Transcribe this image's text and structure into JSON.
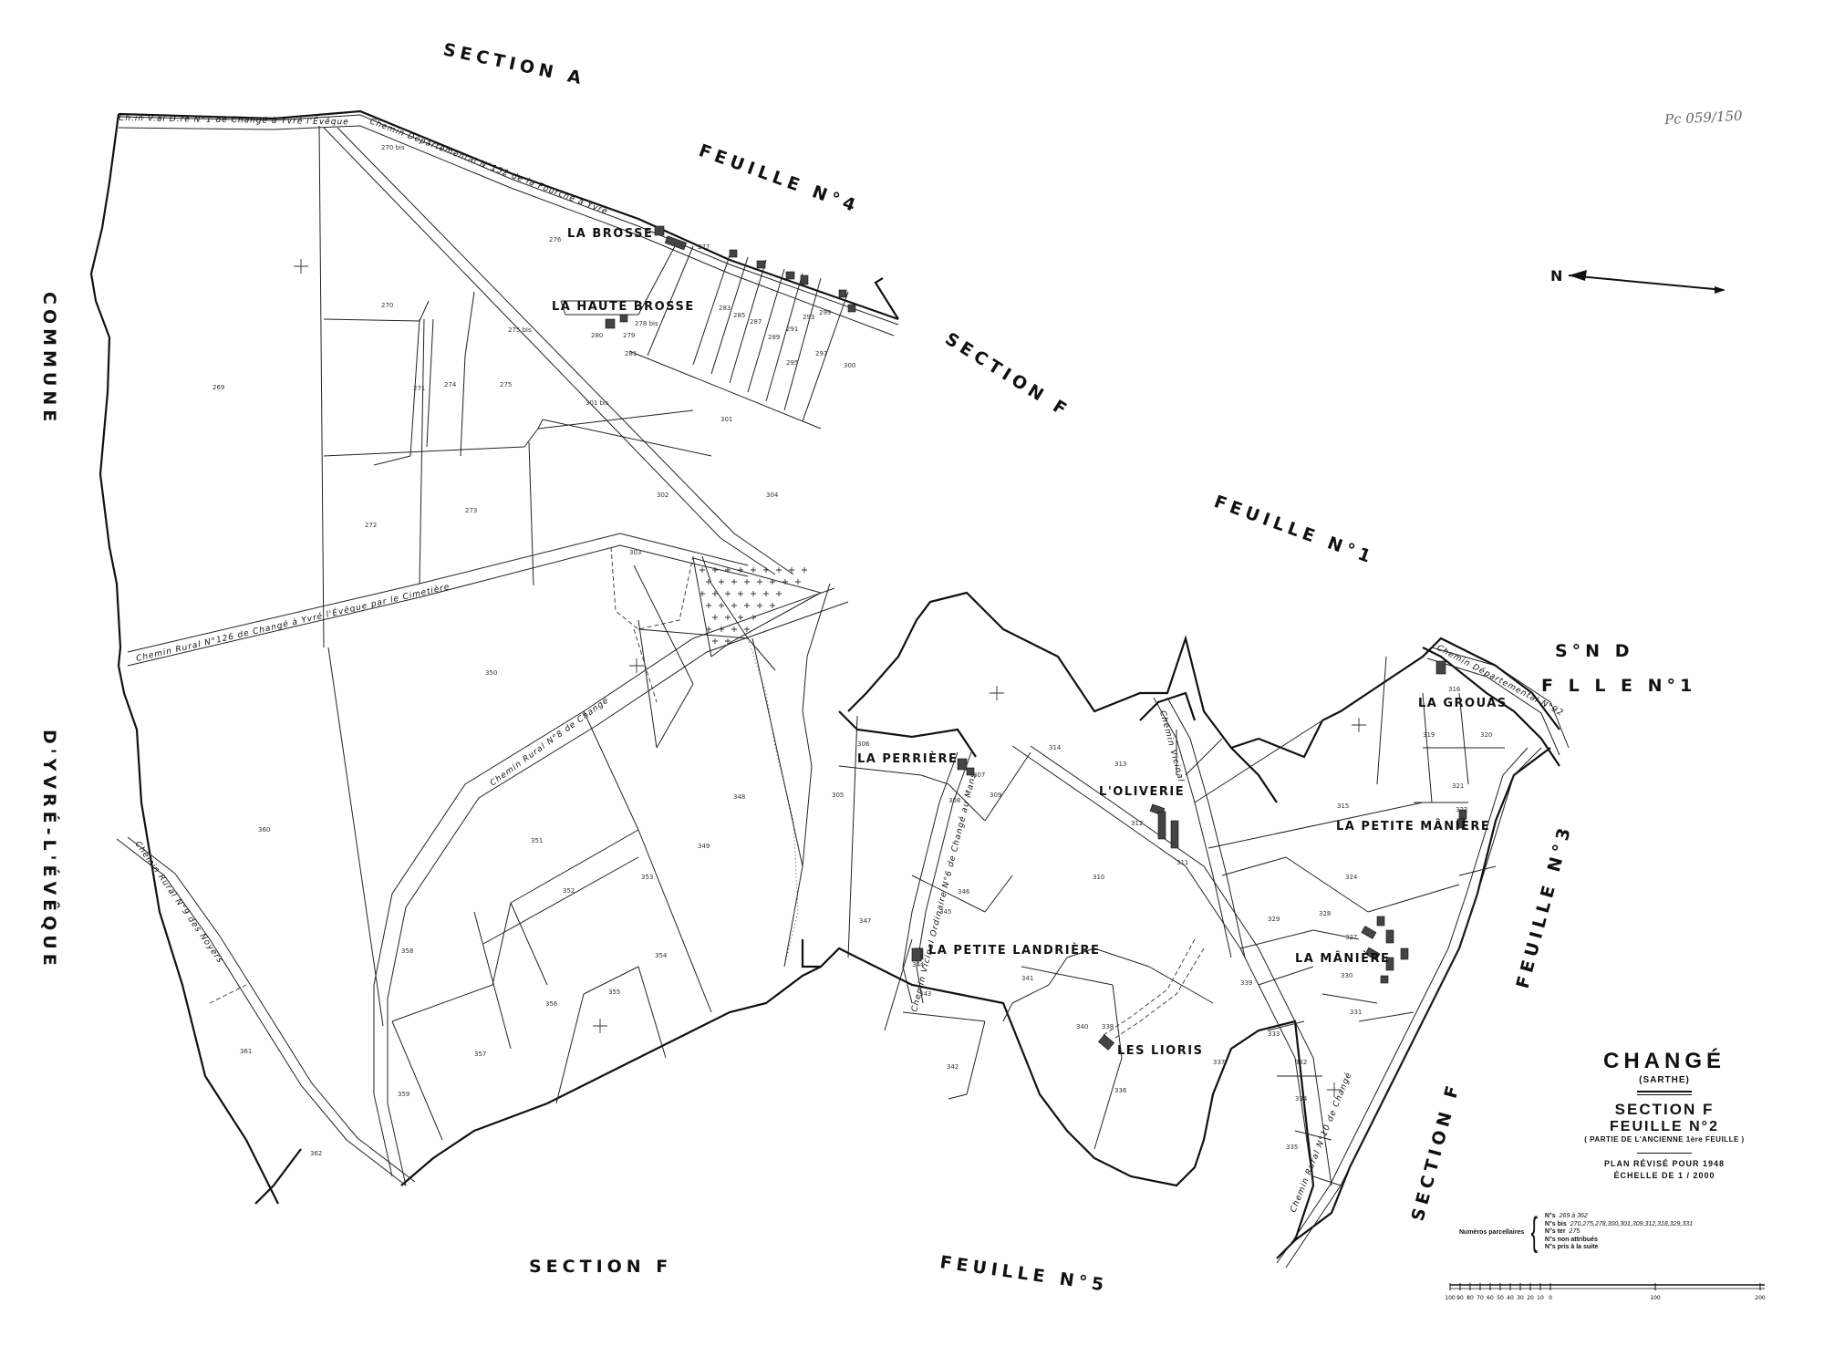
{
  "map": {
    "archive_ref": "Pc 059/150",
    "sections": {
      "top": "SECTION A",
      "top_feuille": "FEUILLE N°4",
      "right_upper_section": "SECTION F",
      "right_upper_feuille": "FEUILLE N°1",
      "section_d": "S°N D",
      "section_d_feuille": "F L L E N°1",
      "right_feuille": "FEUILLE N°3",
      "right_section": "SECTION F",
      "bottom_section": "SECTION F",
      "bottom_feuille": "FEUILLE N°5",
      "left_commune_1": "COMMUNE",
      "left_commune_2": "D'YVRÉ-L'ÉVÊQUE"
    },
    "north": "N",
    "places": {
      "la_brosse": "LA BROSSE",
      "la_haute_brosse": "LA HAUTE BROSSE",
      "la_perriere": "LA PERRIÈRE",
      "l_oliverie": "L'OLIVERIE",
      "la_grouas": "LA GROUAS",
      "la_petite_maniere": "LA PETITE MÂNIÈRE",
      "la_maniere": "LA MÂNIÈRE",
      "la_petite_landriere": "LA PETITE LANDRIÈRE",
      "les_lioris": "LES LIORIS"
    },
    "roads": {
      "ch_vicinal_top": "Ch.in V.al D.re N°1 de Changé à Yvré l'Évêque",
      "ch_departemental": "Chemin Départemental N°152 de la Fourche à Yvré",
      "chemin_rural_126": "Chemin Rural N°126 de Changé à Yvré l'Évêque par le Cimetière",
      "chemin_rural_change": "Chemin Rural N°8 de Changé",
      "chemin_rural_bottom": "Chemin Rural N°9 des Noyers",
      "chemin_vicinal_mid": "Chemin Vicinal Ordinaire N°6 de Changé au Mans",
      "chemin_vicinal_oliverie": "Chemin Vicinal",
      "chemin_departemental_right": "Chemin Départemental N°92",
      "chemin_rural_right": "Chemin Rural N°10 de Changé"
    },
    "parcels": [
      {
        "id": "p269",
        "label": "269"
      },
      {
        "id": "p270",
        "label": "270"
      },
      {
        "id": "p270b",
        "label": "270 bis"
      },
      {
        "id": "p271",
        "label": "271"
      },
      {
        "id": "p272",
        "label": "272"
      },
      {
        "id": "p273",
        "label": "273"
      },
      {
        "id": "p274",
        "label": "274"
      },
      {
        "id": "p275",
        "label": "275"
      },
      {
        "id": "p275b",
        "label": "275 bis"
      },
      {
        "id": "p276",
        "label": "276"
      },
      {
        "id": "p277",
        "label": "277"
      },
      {
        "id": "p278b",
        "label": "278 bis"
      },
      {
        "id": "p279",
        "label": "279"
      },
      {
        "id": "p280",
        "label": "280"
      },
      {
        "id": "p281",
        "label": "281"
      },
      {
        "id": "p283",
        "label": "283"
      },
      {
        "id": "p285",
        "label": "285"
      },
      {
        "id": "p287",
        "label": "287"
      },
      {
        "id": "p289",
        "label": "289"
      },
      {
        "id": "p291",
        "label": "291"
      },
      {
        "id": "p293",
        "label": "293"
      },
      {
        "id": "p295",
        "label": "295"
      },
      {
        "id": "p297",
        "label": "297"
      },
      {
        "id": "p299",
        "label": "299"
      },
      {
        "id": "p300",
        "label": "300"
      },
      {
        "id": "p301",
        "label": "301"
      },
      {
        "id": "p301b",
        "label": "301 bis"
      },
      {
        "id": "p302",
        "label": "302"
      },
      {
        "id": "p303",
        "label": "303"
      },
      {
        "id": "p304",
        "label": "304"
      },
      {
        "id": "p305",
        "label": "305"
      },
      {
        "id": "p306",
        "label": "306"
      },
      {
        "id": "p307",
        "label": "307"
      },
      {
        "id": "p308",
        "label": "308"
      },
      {
        "id": "p309",
        "label": "309"
      },
      {
        "id": "p310",
        "label": "310"
      },
      {
        "id": "p311",
        "label": "311"
      },
      {
        "id": "p312",
        "label": "312"
      },
      {
        "id": "p313",
        "label": "313"
      },
      {
        "id": "p314",
        "label": "314"
      },
      {
        "id": "p315",
        "label": "315"
      },
      {
        "id": "p316",
        "label": "316"
      },
      {
        "id": "p319",
        "label": "319"
      },
      {
        "id": "p320",
        "label": "320"
      },
      {
        "id": "p321",
        "label": "321"
      },
      {
        "id": "p322",
        "label": "322"
      },
      {
        "id": "p324",
        "label": "324"
      },
      {
        "id": "p327",
        "label": "327"
      },
      {
        "id": "p328",
        "label": "328"
      },
      {
        "id": "p329",
        "label": "329"
      },
      {
        "id": "p330",
        "label": "330"
      },
      {
        "id": "p331",
        "label": "331"
      },
      {
        "id": "p332",
        "label": "332"
      },
      {
        "id": "p333",
        "label": "333"
      },
      {
        "id": "p334",
        "label": "334"
      },
      {
        "id": "p335",
        "label": "335"
      },
      {
        "id": "p336",
        "label": "336"
      },
      {
        "id": "p337",
        "label": "337"
      },
      {
        "id": "p338",
        "label": "338"
      },
      {
        "id": "p339",
        "label": "339"
      },
      {
        "id": "p340",
        "label": "340"
      },
      {
        "id": "p341",
        "label": "341"
      },
      {
        "id": "p342",
        "label": "342"
      },
      {
        "id": "p343",
        "label": "343"
      },
      {
        "id": "p344",
        "label": "344"
      },
      {
        "id": "p345",
        "label": "345"
      },
      {
        "id": "p346",
        "label": "346"
      },
      {
        "id": "p347",
        "label": "347"
      },
      {
        "id": "p348",
        "label": "348"
      },
      {
        "id": "p349",
        "label": "349"
      },
      {
        "id": "p350",
        "label": "350"
      },
      {
        "id": "p351",
        "label": "351"
      },
      {
        "id": "p352",
        "label": "352"
      },
      {
        "id": "p353",
        "label": "353"
      },
      {
        "id": "p354",
        "label": "354"
      },
      {
        "id": "p355",
        "label": "355"
      },
      {
        "id": "p356",
        "label": "356"
      },
      {
        "id": "p357",
        "label": "357"
      },
      {
        "id": "p358",
        "label": "358"
      },
      {
        "id": "p359",
        "label": "359"
      },
      {
        "id": "p360",
        "label": "360"
      },
      {
        "id": "p361",
        "label": "361"
      },
      {
        "id": "p362",
        "label": "362"
      }
    ]
  },
  "title_block": {
    "commune": "CHANGÉ",
    "department": "(SARTHE)",
    "section": "SECTION F",
    "feuille": "FEUILLE N°2",
    "note": "( PARTIE DE L'ANCIENNE 1ère FEUILLE )",
    "revision": "PLAN RÉVISÉ POUR 1948",
    "scale": "ÉCHELLE DE 1 / 2000"
  },
  "parcel_legend": {
    "label": "Numéros parcellaires",
    "rows": [
      {
        "key": "N°s",
        "value": "269 à 362"
      },
      {
        "key": "N°s bis",
        "value": "270,275,278,300,301,309,312,318,329,331"
      },
      {
        "key": "N°s ter",
        "value": "275"
      },
      {
        "key": "N°s non attribués",
        "value": ""
      },
      {
        "key": "N°s pris à la suite",
        "value": ""
      }
    ]
  },
  "scale_bar": {
    "ticks": [
      "100",
      "90",
      "80",
      "70",
      "60",
      "50",
      "40",
      "30",
      "20",
      "10",
      "0",
      "100",
      "200"
    ]
  },
  "colors": {
    "ink": "#111111",
    "paper": "#ffffff",
    "buildings": "#444444"
  }
}
